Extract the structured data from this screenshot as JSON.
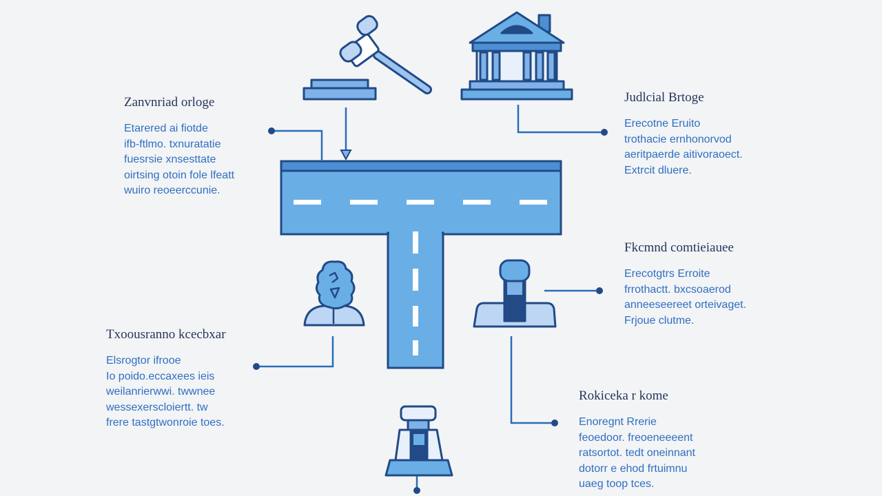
{
  "colors": {
    "background": "#f3f4f6",
    "road": "#6aaee6",
    "outline": "#214a86",
    "connector": "#2a6cb8",
    "icon_fill": "#7fb2e8",
    "heading_text": "#26365a",
    "body_text": "#2f6fc0"
  },
  "icons": [
    "gavel-icon",
    "courthouse-icon",
    "tree-icon",
    "stamp-icon",
    "podium-icon"
  ],
  "blocks": {
    "top_left": {
      "heading": "Zanvnriad orloge",
      "lines": [
        "Etarered ai fiotde",
        "ifb-ftlmo. txnuratatie",
        "fuesrsie xnsesttate",
        "oirtsing otoin fole lfeatt",
        "wuiro reoeerccunie."
      ]
    },
    "top_right": {
      "heading": "Judlcial Brtoge",
      "lines": [
        "Erecotne Eruito",
        "trothacie ernhonorvod",
        "aeritpaerde aitivoraoect.",
        "Extrcit dluere."
      ]
    },
    "mid_left": {
      "heading": "Txoousranno kcecbxar",
      "lines": [
        "Elsrogtor ifrooe",
        "Io poido.eccaxees ieis",
        "weilanrierwwi. twwnee",
        "wessexerscloiertt. tw",
        "frere tastgtwonroie toes."
      ]
    },
    "mid_right": {
      "heading": "Fkcmnd comtieiauee",
      "lines": [
        "Erecotgtrs Erroite",
        "frrothactt. bxcsoaerod",
        "anneeseereet orteivaget.",
        "Frjoue clutme."
      ]
    },
    "bottom_right": {
      "heading": "Rokiceka r kome",
      "lines": [
        "Enoregnt Rrerie",
        "feoedoor. freoeneeeent",
        "ratsortot. tedt oneinnant",
        "dotorr e ehod frtuimnu",
        "uaeg toop tces."
      ]
    }
  }
}
